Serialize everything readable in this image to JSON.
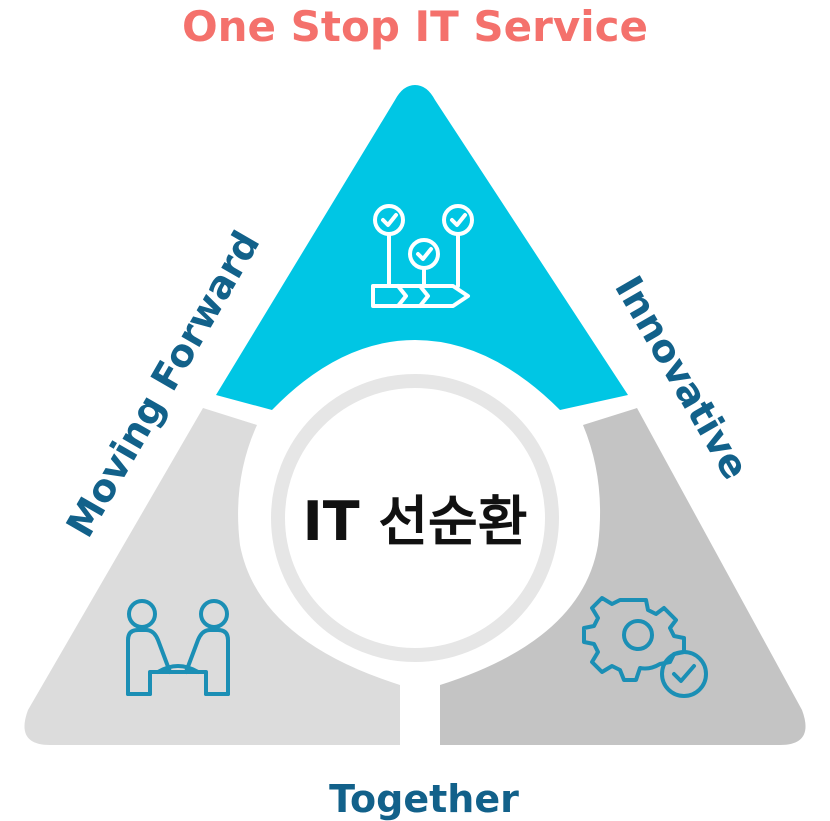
{
  "title": "One Stop IT Service",
  "center": {
    "label": "IT 선순환"
  },
  "labels": {
    "left": "Moving Forward",
    "right": "Innovative",
    "bottom": "Together"
  },
  "segments": [
    {
      "name": "top",
      "icon": "roadmap-milestones-icon",
      "color": "#00c6e4"
    },
    {
      "name": "bottom-left",
      "icon": "handshake-partners-icon",
      "color": "#dcdcdc"
    },
    {
      "name": "bottom-right",
      "icon": "gear-check-icon",
      "color": "#c4c4c4"
    }
  ],
  "colors": {
    "title": "#f4716c",
    "labels": "#12618a",
    "icon_outline": "#1b8fb5",
    "center_ring": "#e6e6e6"
  }
}
